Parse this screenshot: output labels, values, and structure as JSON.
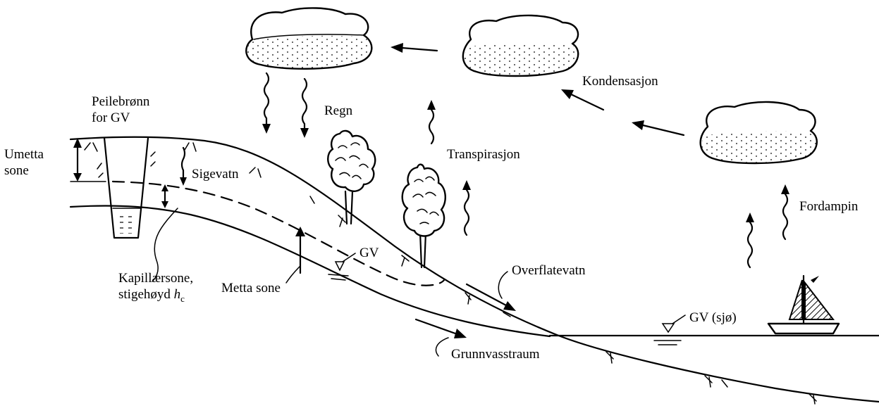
{
  "labels": {
    "peilebronn_line1": "Peilebrønn",
    "peilebronn_line2": "for GV",
    "umetta_line1": "Umetta",
    "umetta_line2": "sone",
    "sigevatn": "Sigevatn",
    "regn": "Regn",
    "transpirasjon": "Transpirasjon",
    "kondensasjon": "Kondensasjon",
    "fordamping": "Fordampin",
    "gv": "GV",
    "kapillaersone_line1": "Kapillærsone,",
    "kapillaersone_line2": "stigehøyd",
    "kapillaersone_symbol": "h",
    "kapillaersone_subscript": "c",
    "metta_sone": "Metta sone",
    "overflatevatn": "Overflatevatn",
    "gv_sjo": "GV (sjø)",
    "grunnvasstraum": "Grunnvasstraum"
  }
}
